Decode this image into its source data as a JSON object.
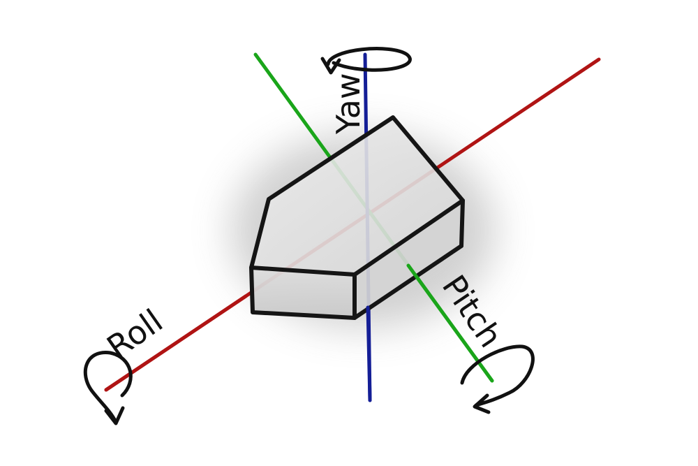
{
  "labels": {
    "roll": "Roll",
    "pitch": "Pitch",
    "yaw": "Yaw"
  },
  "colors": {
    "roll_axis": "#b01414",
    "pitch_axis": "#1aa51a",
    "yaw_axis": "#141e96",
    "body_fill": "#e2e2e2",
    "outline": "#151515"
  },
  "icons": {
    "roll": "rotation-arrow-icon",
    "pitch": "rotation-arrow-icon",
    "yaw": "rotation-arrow-icon"
  }
}
